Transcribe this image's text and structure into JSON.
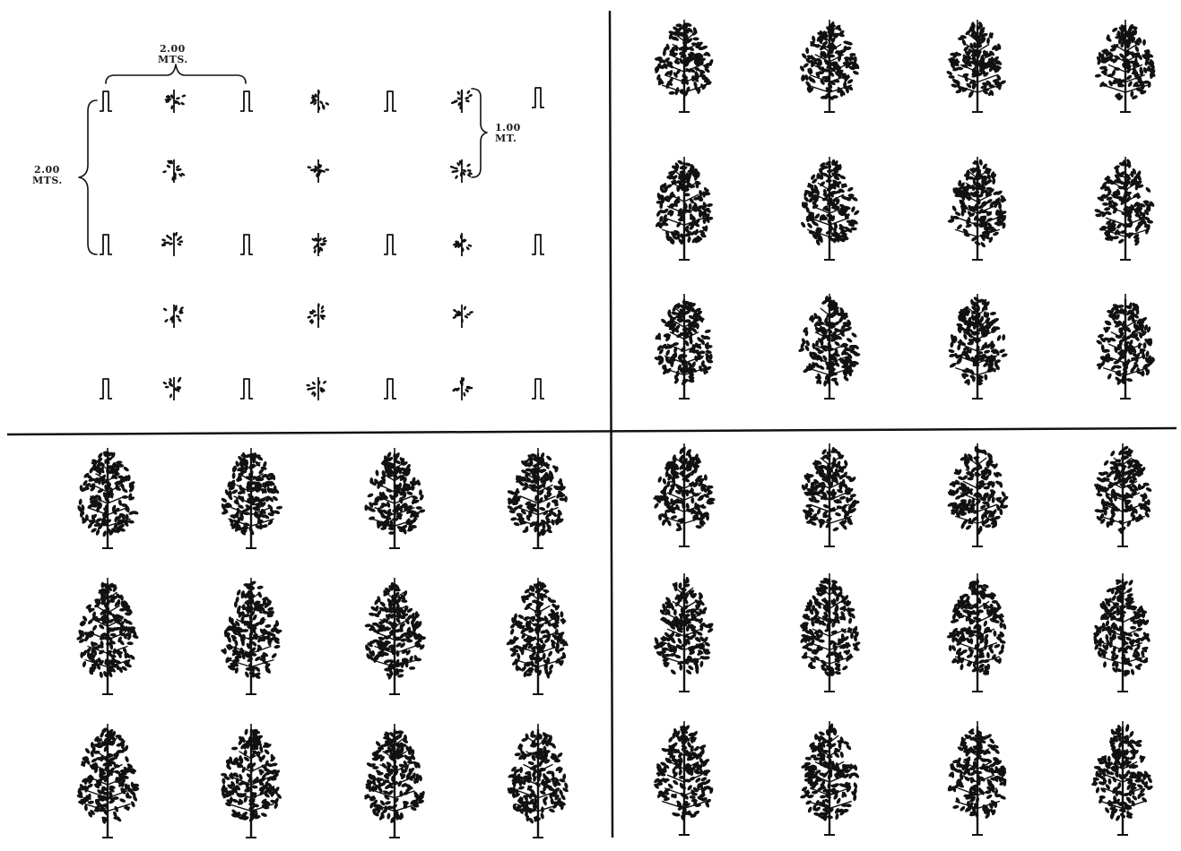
{
  "figure": {
    "ink_color": "#111111",
    "paper_color": "#ffffff",
    "dimensions": {
      "top_width_value": "2.00",
      "top_width_unit": "MTS.",
      "left_height_value": "2.00",
      "left_height_unit": "MTS.",
      "right_height_value": "1.00",
      "right_height_unit": "MT."
    },
    "quadrants": [
      {
        "id": "top-left",
        "content": "plan of young seedlings and stakes",
        "icon": "seedling-icon"
      },
      {
        "id": "top-right",
        "content": "grown trees",
        "icon": "tree-icon"
      },
      {
        "id": "bottom-left",
        "content": "grown trees",
        "icon": "tree-icon"
      },
      {
        "id": "bottom-right",
        "content": "grown trees",
        "icon": "tree-icon"
      }
    ]
  }
}
